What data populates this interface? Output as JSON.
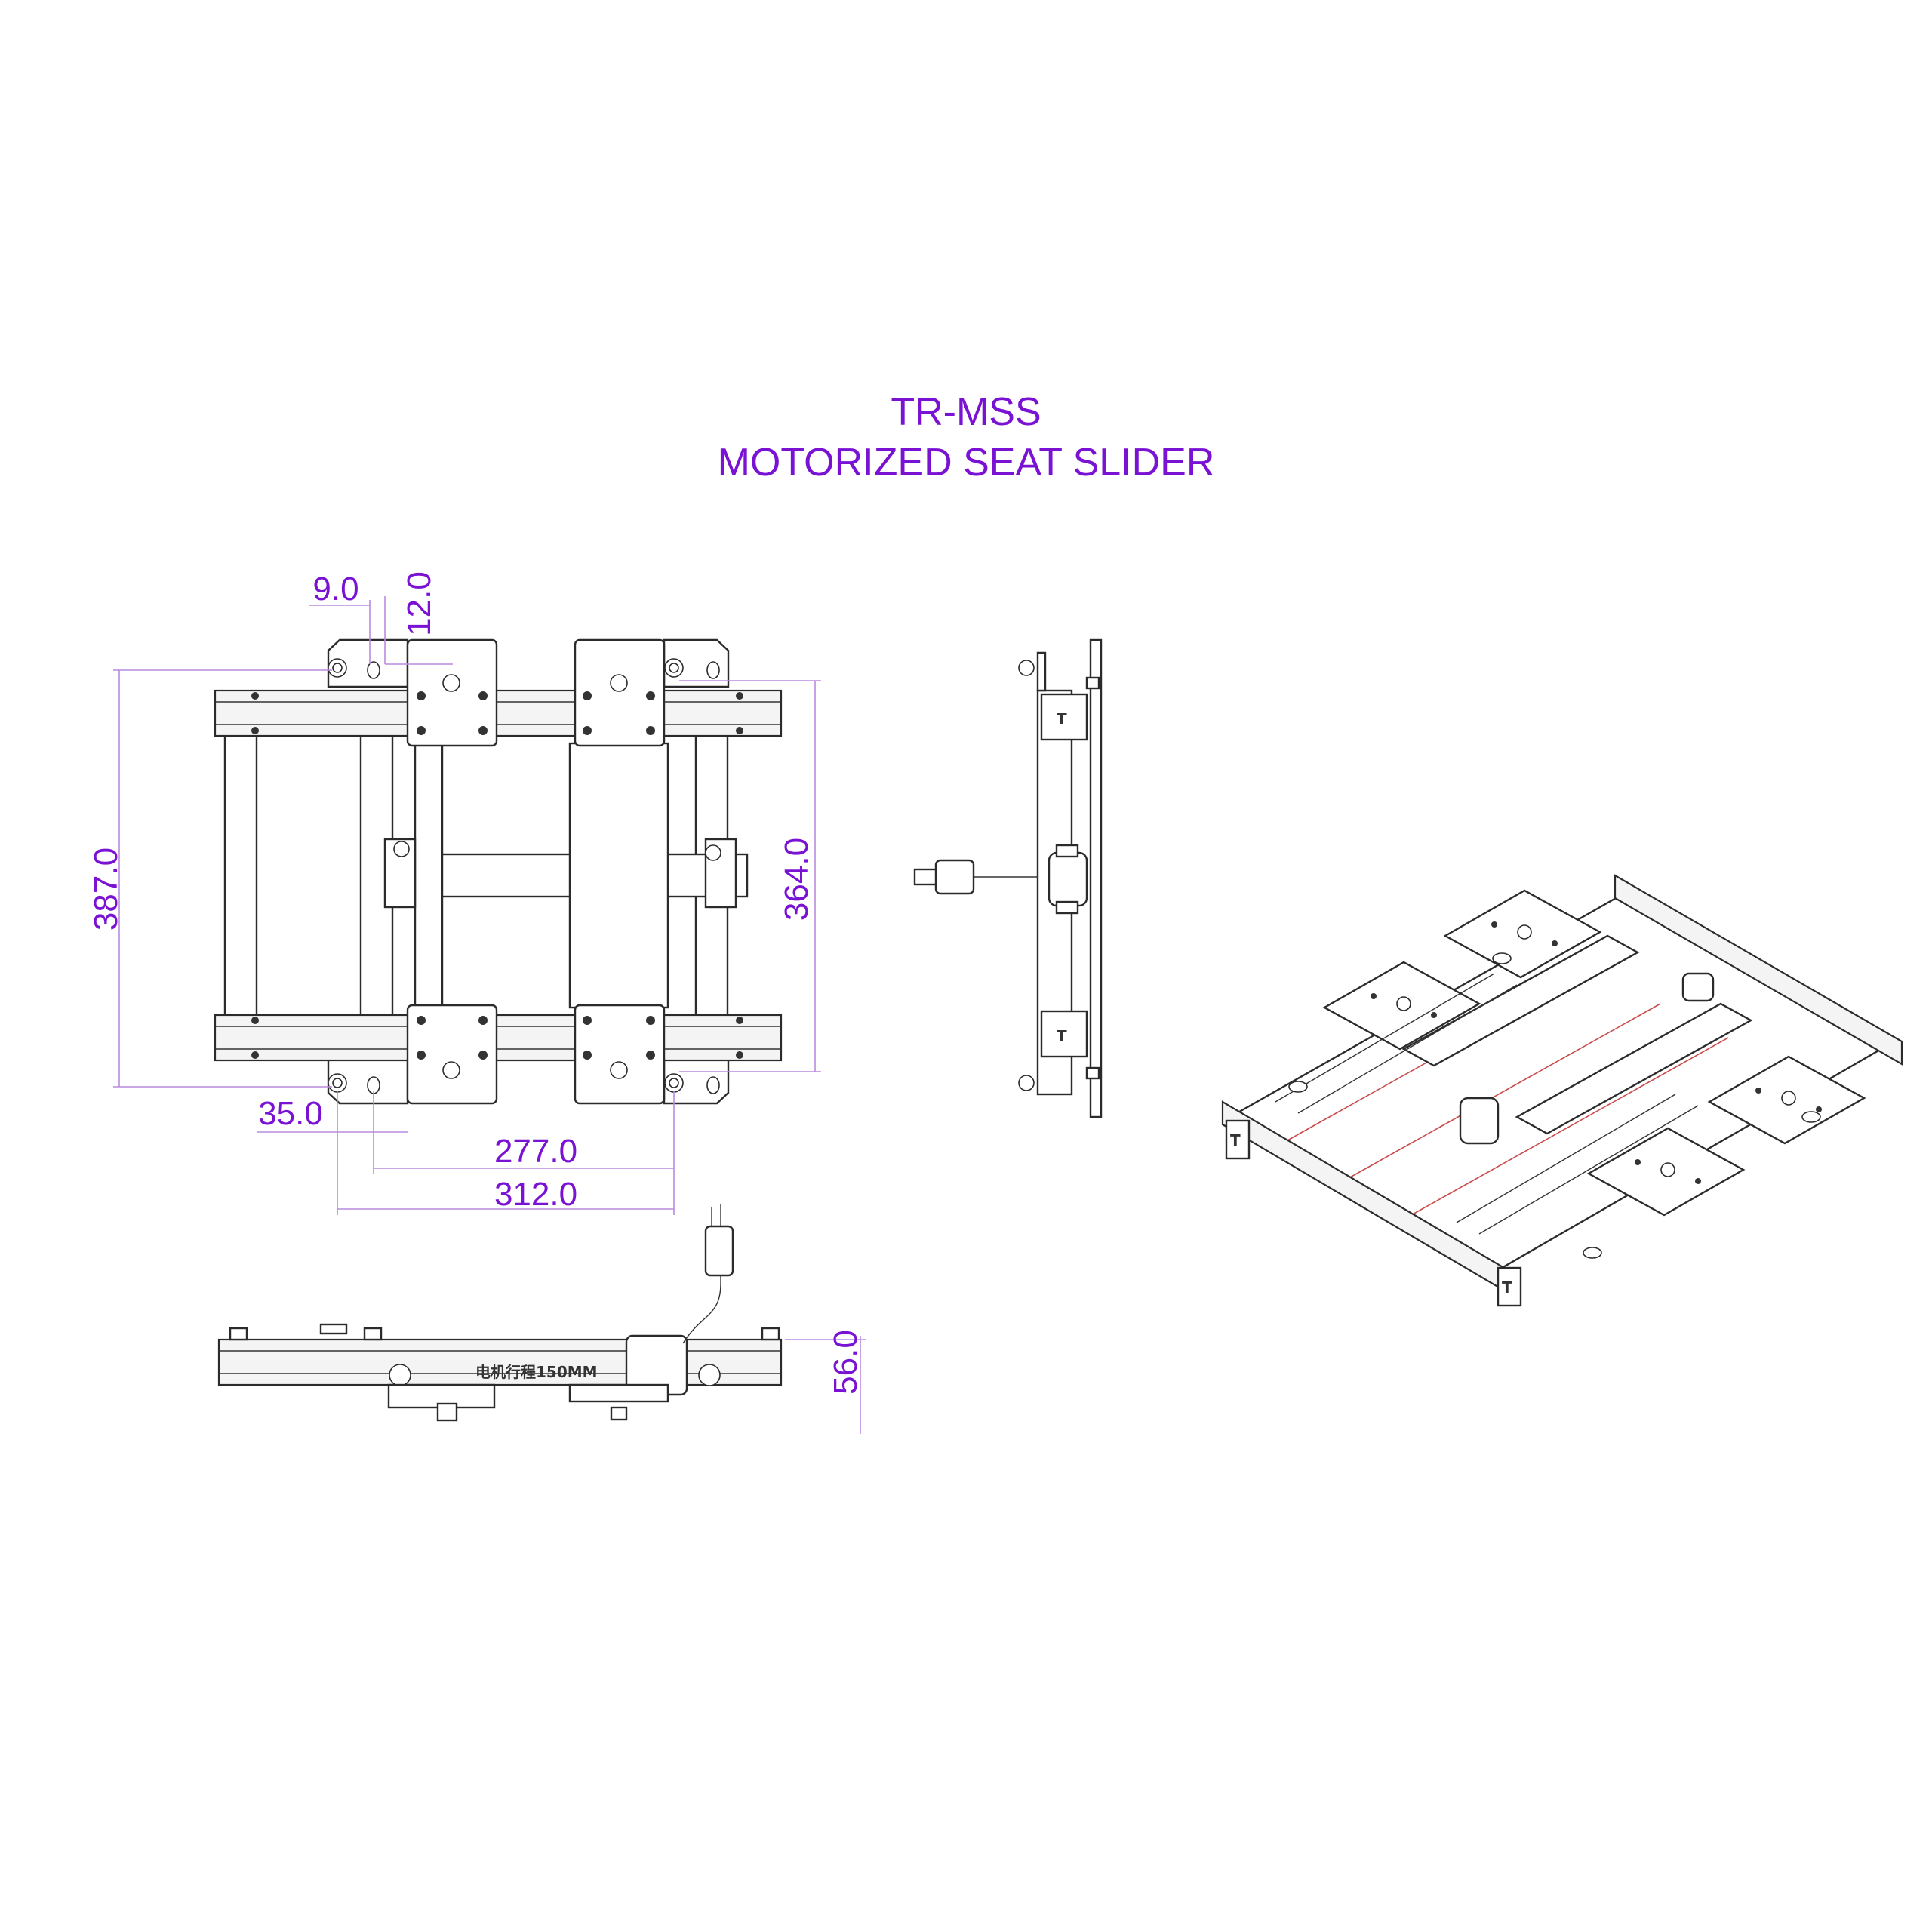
{
  "title": {
    "line1": "TR-MSS",
    "line2": "MOTORIZED SEAT SLIDER"
  },
  "dimensions": {
    "hole_offset": "9.0",
    "hole_spacing": "12.0",
    "overall_depth": "387.0",
    "rail_depth": "364.0",
    "edge_offset": "35.0",
    "inner_width": "277.0",
    "overall_width": "312.0",
    "height": "56.0"
  },
  "motor_label": "电机行程150MM",
  "colors": {
    "accent": "#7a12d4",
    "dimension_line": "#b98be0",
    "line": "#2b2b2b",
    "rail_highlight": "#c94a4a"
  }
}
